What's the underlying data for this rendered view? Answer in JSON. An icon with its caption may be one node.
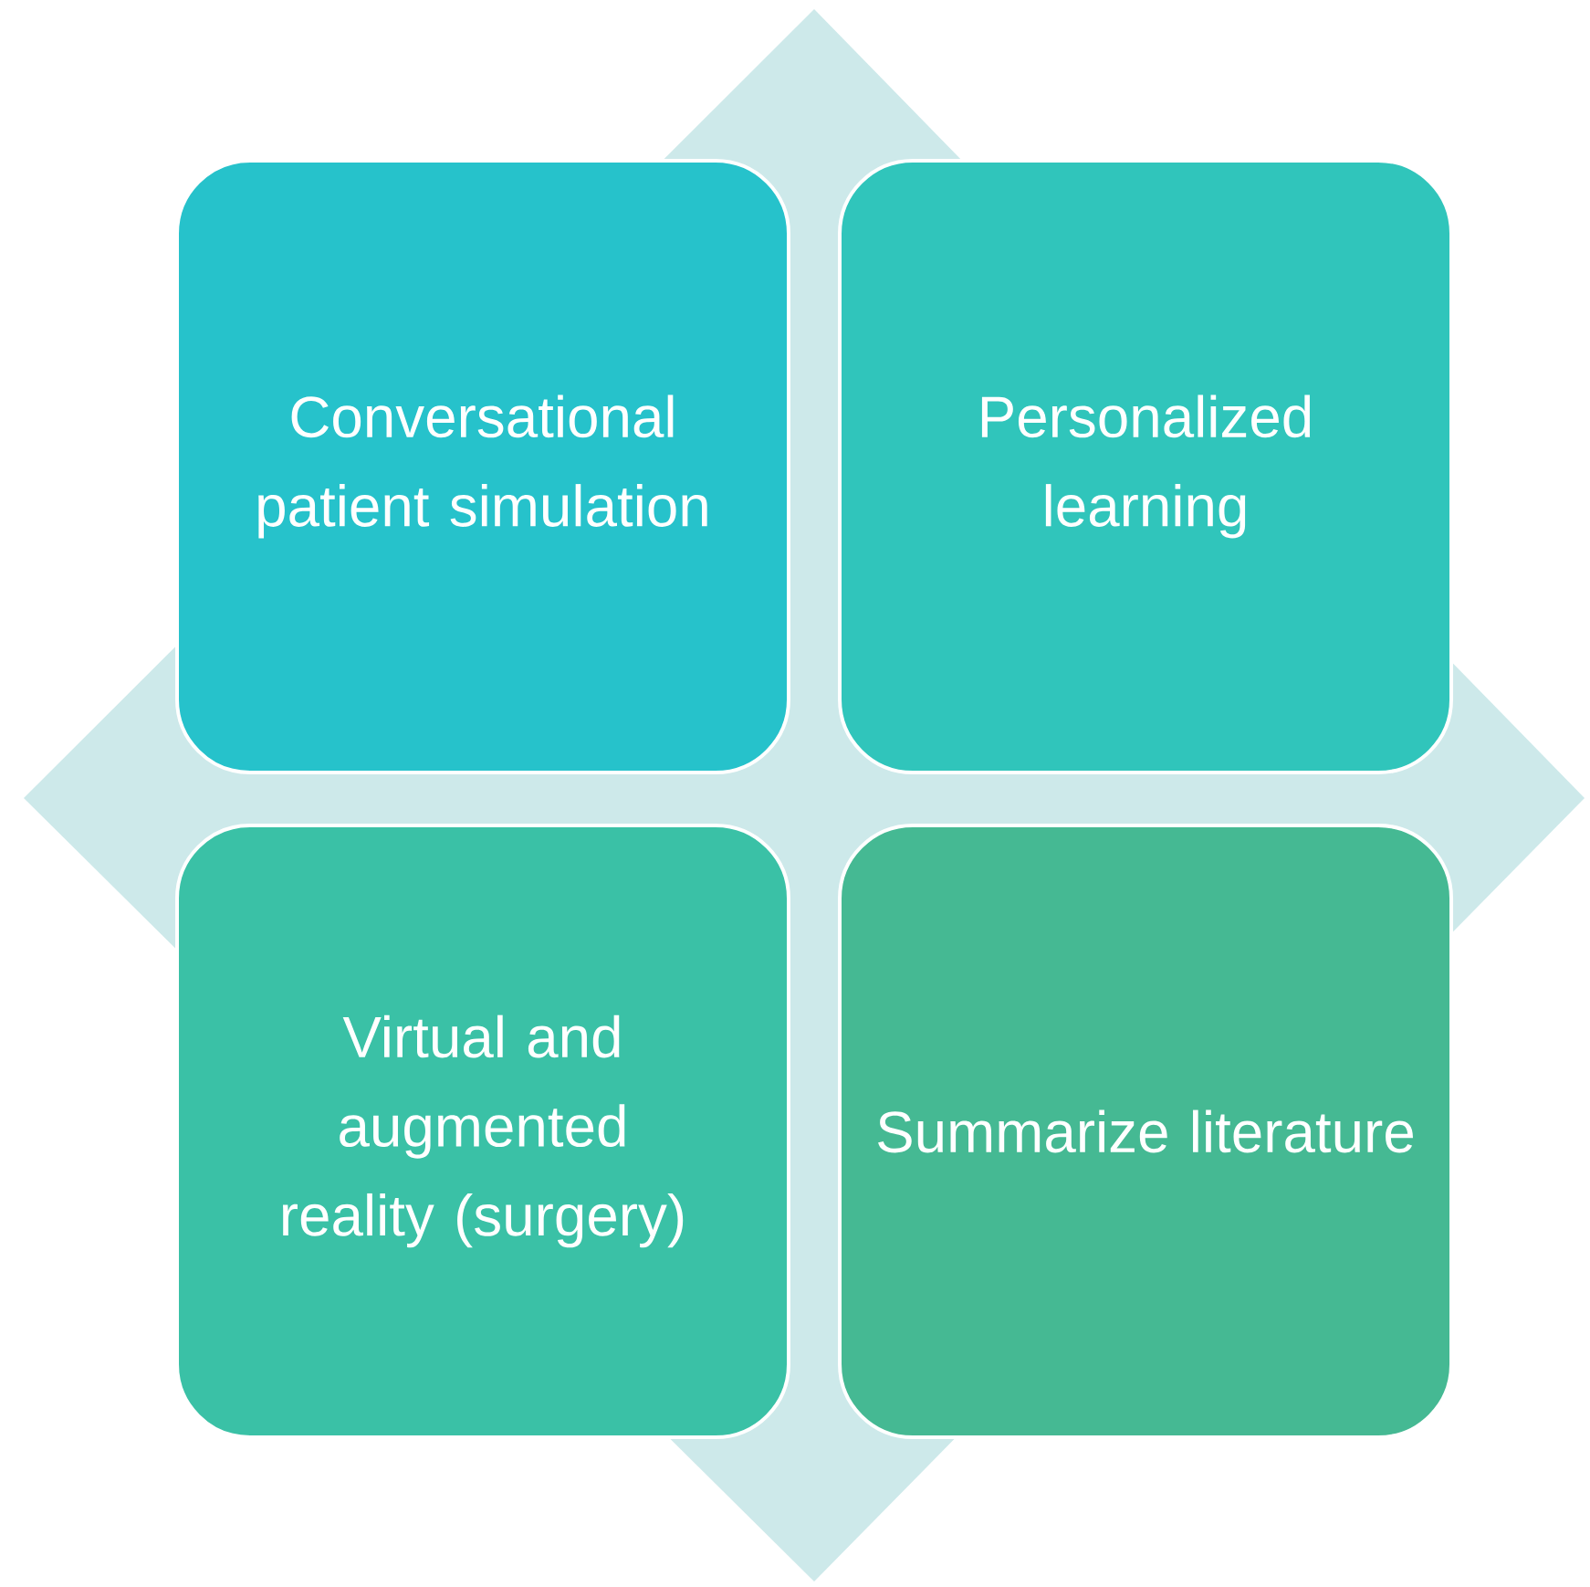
{
  "diagram": {
    "nodes": [
      {
        "text": [
          "Conversational patient simulation"
        ]
      },
      {
        "text": [
          "Personalized learning"
        ]
      },
      {
        "text": [
          "Virtual and augmented reality (surgery)"
        ]
      },
      {
        "text": [
          "Summarize literature"
        ]
      }
    ]
  }
}
